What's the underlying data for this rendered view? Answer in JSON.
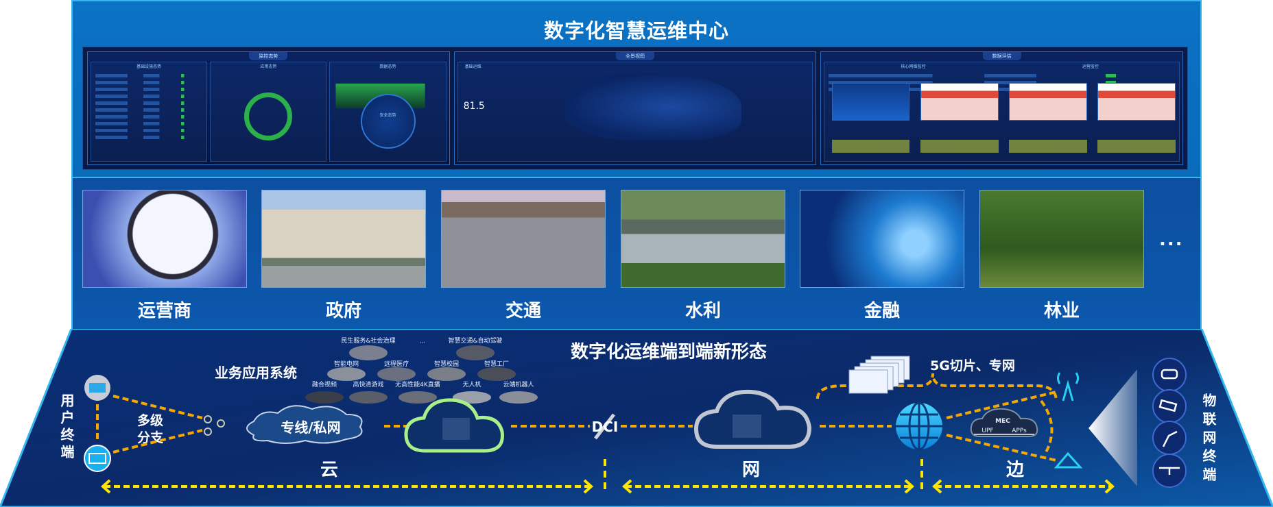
{
  "header": {
    "title": "数字化智慧运维中心"
  },
  "dashboard": {
    "screens": [
      {
        "title": "监控态势",
        "panes": [
          "基础设施态势",
          "应用态势",
          "数据态势"
        ],
        "pane_extra": "安全态势"
      },
      {
        "title": "全景视图",
        "panes": [
          "基础运维"
        ],
        "metric": "81.5"
      },
      {
        "title": "数据评估",
        "panes": [
          "核心网络监控",
          "运营监控"
        ]
      }
    ]
  },
  "industries": {
    "items": [
      {
        "label": "运营商"
      },
      {
        "label": "政府"
      },
      {
        "label": "交通"
      },
      {
        "label": "水利"
      },
      {
        "label": "金融"
      },
      {
        "label": "林业"
      }
    ],
    "more": "..."
  },
  "architecture": {
    "title": "数字化运维端到端新形态",
    "apps_title": "业务应用系统",
    "apps_rows": [
      [
        "民生服务&社会治理",
        "...",
        "智慧交通&自动驾驶"
      ],
      [
        "智能电网",
        "远程医疗",
        "智慧校园",
        "智慧工厂"
      ],
      [
        "融合视频",
        "高快清游戏",
        "无高性能4K直播",
        "无人机",
        "云端机器人"
      ]
    ],
    "user_terminal": "用户终端",
    "multi_branch": [
      "多级",
      "分支"
    ],
    "private_line": "专线/私网",
    "dci": "DCI",
    "slice": "5G切片、专网",
    "mec": {
      "title": "MEC",
      "upf": "UPF",
      "apps": "APPs"
    },
    "iot_terminal": "物联网终端",
    "segments": {
      "cloud": "云",
      "network": "网",
      "edge": "边"
    },
    "colors": {
      "dash_orange": "#f5a800",
      "dash_yellow": "#ffe600",
      "cloud_green": "#a9f08a"
    }
  }
}
